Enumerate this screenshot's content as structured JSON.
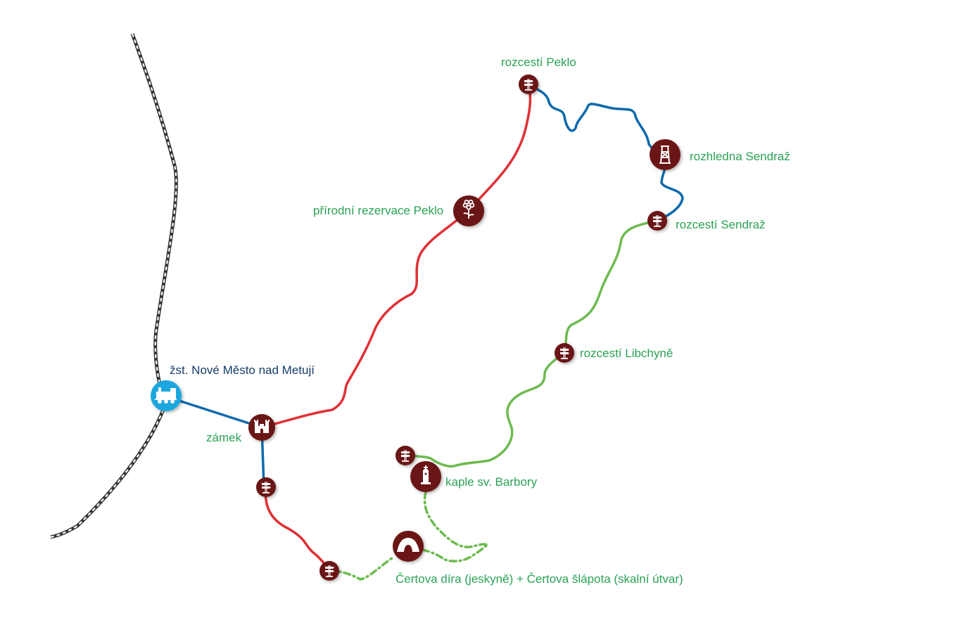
{
  "colors": {
    "red_trail": "#e03036",
    "blue_trail": "#0d6aac",
    "green_trail": "#6dbb50",
    "railway": "#333333",
    "poi": "#6b1414",
    "station": "#1aa6de",
    "label_green": "#2aa254",
    "label_navy": "#153d6b"
  },
  "labels": {
    "station": "žst. Nové Město nad Metují",
    "zamek": "zámek",
    "rezervace": "přírodní rezervace Peklo",
    "peklo": "rozcestí Peklo",
    "rozhledna": "rozhledna Sendraž",
    "sendraz": "rozcestí Sendraž",
    "libchyne": "rozcestí Libchyně",
    "kaple": "kaple sv. Barbory",
    "certova": "Čertova díra (jeskyně) + Čertova šlápota (skalní útvar)"
  },
  "icons": {
    "station": "train-icon",
    "zamek": "castle-icon",
    "rezervace": "flower-icon",
    "rozhledna": "lookout-tower-icon",
    "kaple": "chapel-icon",
    "certova": "cave-icon",
    "signpost": "signpost-icon"
  }
}
